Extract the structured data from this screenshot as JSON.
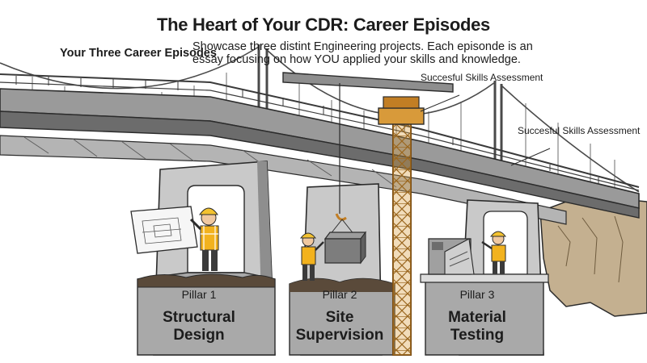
{
  "title": "The Heart of Your CDR: Career Episodes",
  "subtitle": "Showcase three distint Engineering projects. Each episonde is an essay focusing on how YOU applied your skills and knowledge.",
  "section_label": "Your Three Career Episodes",
  "callouts": [
    {
      "text": "Succesful Skills Assessment"
    },
    {
      "text": "Succesful Skills Assessment"
    }
  ],
  "pillars": [
    {
      "number": "Pillar 1",
      "name": "Structural Design"
    },
    {
      "number": "Pillar 2",
      "name": "Site Supervision"
    },
    {
      "number": "Pillar 3",
      "name": "Material Testing"
    }
  ],
  "colors": {
    "concrete": "#c9c9c9",
    "concrete_dark": "#8e8e8e",
    "tower": "#d89a3a",
    "vest": "#f2b21e",
    "helmet": "#f3c230",
    "cliff": "#c4b090",
    "ink": "#2b2b2b"
  },
  "icons": [
    "blueprint-icon",
    "crane-hook-icon",
    "concrete-block-icon",
    "lab-machine-icon",
    "worker-icon"
  ]
}
